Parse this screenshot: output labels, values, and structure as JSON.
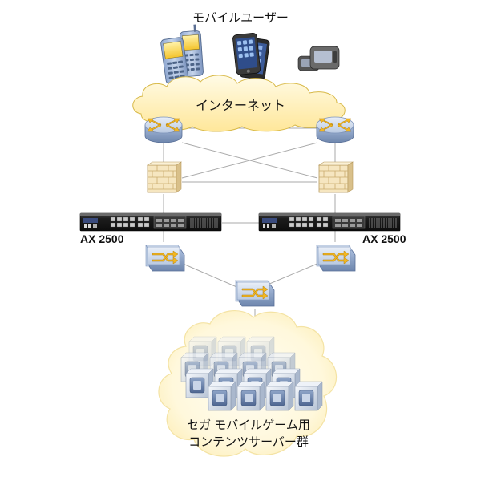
{
  "labels": {
    "mobile_users": "モバイルユーザー",
    "internet": "インターネット",
    "ax_left": "AX 2500",
    "ax_right": "AX 2500",
    "server_line1": "セガ モバイルゲーム用",
    "server_line2": "コンテンツサーバー群"
  },
  "icons": {
    "phones": "mobile-phone-icon",
    "smartphone": "smartphone-icon",
    "feature_phones": "flip-phone-icon",
    "router": "router-icon",
    "firewall": "firewall-icon",
    "load_balancer": "load-balancer-appliance-icon",
    "switch": "switch-icon",
    "server": "server-icon",
    "cloud": "cloud-icon"
  },
  "colors": {
    "device_blue": "#9fb6d6",
    "device_dark": "#4d6488",
    "arrow_yellow": "#f2b621",
    "cloud_yellow": "#fff1b8",
    "firewall_tan": "#f2ddb0",
    "appliance_black": "#1e1e1e"
  }
}
